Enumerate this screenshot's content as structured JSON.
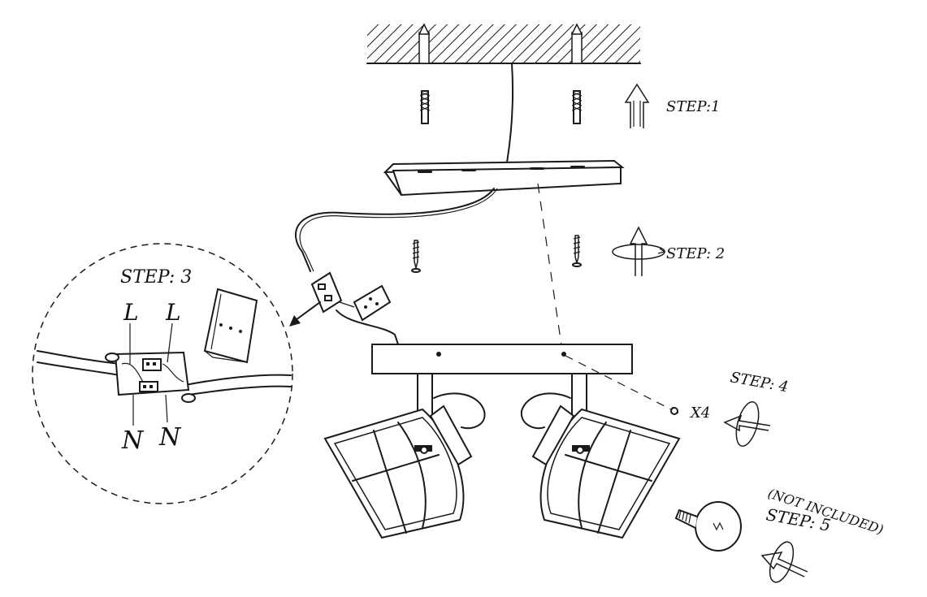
{
  "labels": {
    "step1": "STEP:1",
    "step2": "STEP: 2",
    "step3": "STEP: 3",
    "step4": "STEP: 4",
    "step5": "STEP: 5",
    "screws_count": "X4",
    "not_included": "(NOT INCLUDED)",
    "l_left": "L",
    "l_right": "L",
    "n_left": "N",
    "n_right": "N"
  },
  "colors": {
    "line": "#1a1a1a",
    "background": "#ffffff"
  }
}
